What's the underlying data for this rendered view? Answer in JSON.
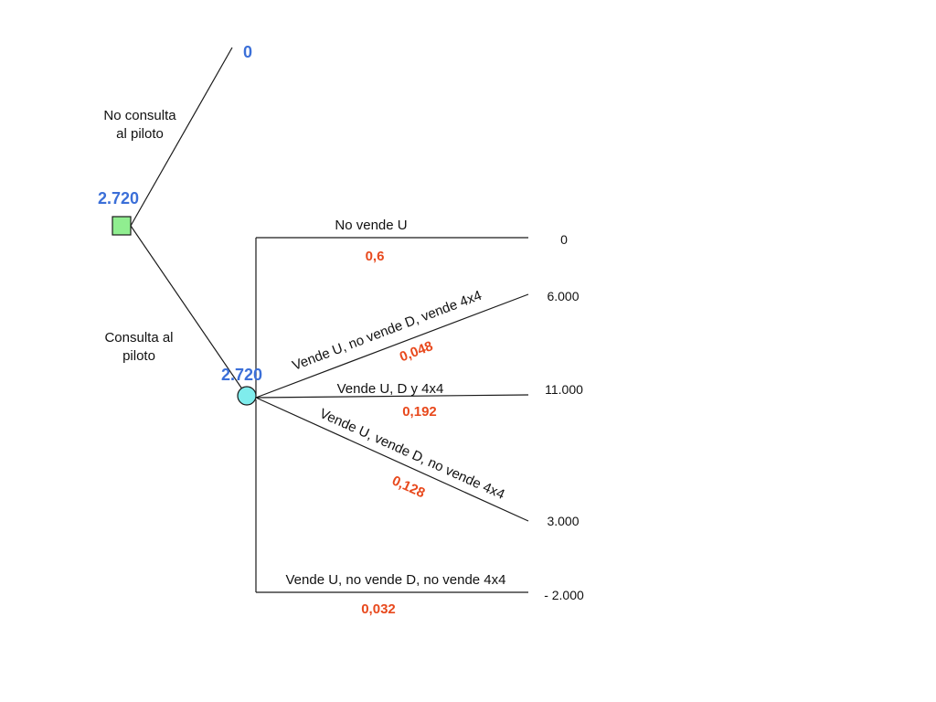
{
  "colors": {
    "line": "#1a1a1a",
    "decision_node": "#90ee90",
    "chance_node": "#7fecec",
    "expected_value": "#3b6fd8",
    "probability": "#e8491d",
    "text": "#111111"
  },
  "tree": {
    "root_value": "2.720",
    "branch_no_consult": {
      "label_line1": "No consulta",
      "label_line2": "al piloto",
      "value": "0"
    },
    "branch_consult": {
      "label_line1": "Consulta al",
      "label_line2": "piloto",
      "value": "2.720"
    },
    "outcomes": [
      {
        "label": "No vende U",
        "prob": "0,6",
        "payoff": "0"
      },
      {
        "label": "Vende U, no vende D, vende 4x4",
        "prob": "0,048",
        "payoff": "6.000"
      },
      {
        "label": "Vende U, D y 4x4",
        "prob": "0,192",
        "payoff": "11.000"
      },
      {
        "label": "Vende U, vende D, no vende 4x4",
        "prob": "0,128",
        "payoff": "3.000"
      },
      {
        "label": "Vende U, no vende D, no vende 4x4",
        "prob": "0,032",
        "payoff": "- 2.000"
      }
    ]
  }
}
